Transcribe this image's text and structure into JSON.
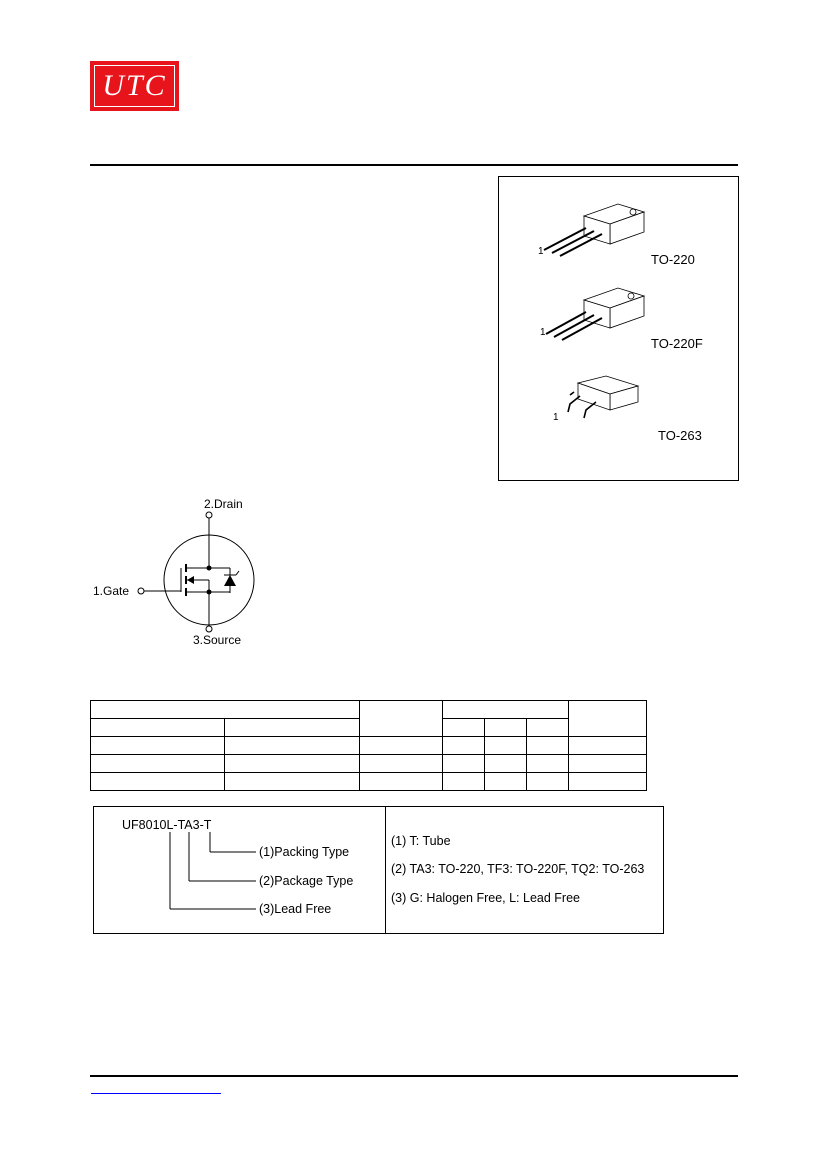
{
  "header": {
    "logo_text": "UTC",
    "logo_color": "#e8141c"
  },
  "packages": [
    {
      "pin": "1",
      "name": "TO-220"
    },
    {
      "pin": "1",
      "name": "TO-220F"
    },
    {
      "pin": "1",
      "name": "TO-263"
    }
  ],
  "symbol": {
    "drain": "2.Drain",
    "gate": "1.Gate",
    "source": "3.Source"
  },
  "marking": {
    "part_number": "UF8010L-TA3-T",
    "left_labels": [
      "(1)Packing Type",
      "(2)Package Type",
      "(3)Lead Free"
    ],
    "notes": [
      "(1) T: Tube",
      "(2) TA3: TO-220, TF3: TO-220F, TQ2: TO-263",
      "(3) G: Halogen Free, L: Lead Free"
    ]
  },
  "footer": {
    "link_color": "#0000ff"
  }
}
